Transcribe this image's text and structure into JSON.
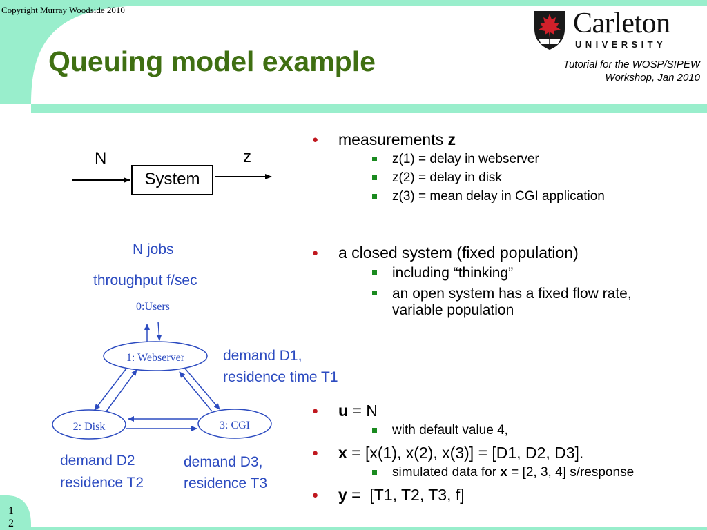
{
  "slide": {
    "copyright": "Copyright Murray Woodside 2010",
    "title": "Queuing model example",
    "logo_name": "Carleton",
    "logo_sub": "UNIVERSITY",
    "tutorial_line1": "Tutorial for the WOSP/SIPEW",
    "tutorial_line2": "Workshop, Jan 2010",
    "page_number": "1 2",
    "page_digit1": "1",
    "page_digit2": "2"
  },
  "diagram": {
    "input_label": "N",
    "output_label": "z",
    "system_label": "System",
    "n_jobs": "N jobs",
    "throughput": "throughput f/sec",
    "node_users": "0:Users",
    "node_webserver": "1: Webserver",
    "node_disk": "2: Disk",
    "node_cgi": "3: CGI",
    "demand1_line1": "demand D1,",
    "demand1_line2": "residence time T1",
    "demand2_line1": "demand D2",
    "demand2_line2": "residence T2",
    "demand3_line1": "demand D3,",
    "demand3_line2": "residence T3"
  },
  "bullets": {
    "b1_text": "measurements ",
    "b1_bold": "z",
    "b1_subs": [
      "z(1) = delay in webserver",
      "z(2) = delay in disk",
      "z(3) = mean delay in CGI application"
    ],
    "b2_text": "a closed system (fixed population)",
    "b2_sub1": "including “thinking”",
    "b2_sub2": "an open system has a fixed flow rate, variable population",
    "b3_bold": "u",
    "b3_text": " = N",
    "b3_sub": "with default value 4,",
    "b4_bold": "x",
    "b4_text": " = [x(1), x(2), x(3)] = [D1, D2, D3].",
    "b4_sub_pre": "simulated data for ",
    "b4_sub_bold": "x",
    "b4_sub_post": " = [2, 3, 4] s/response",
    "b5_bold": "y",
    "b5_text": " =  [T1, T2, T3, f]"
  },
  "colors": {
    "title": "#3f6f12",
    "band": "#99eecc",
    "diagram_blue": "#2c4bc0",
    "bullet_red": "#c0181f",
    "sub_bullet_green": "#1a8a1f",
    "logo_red": "#d0202a"
  }
}
